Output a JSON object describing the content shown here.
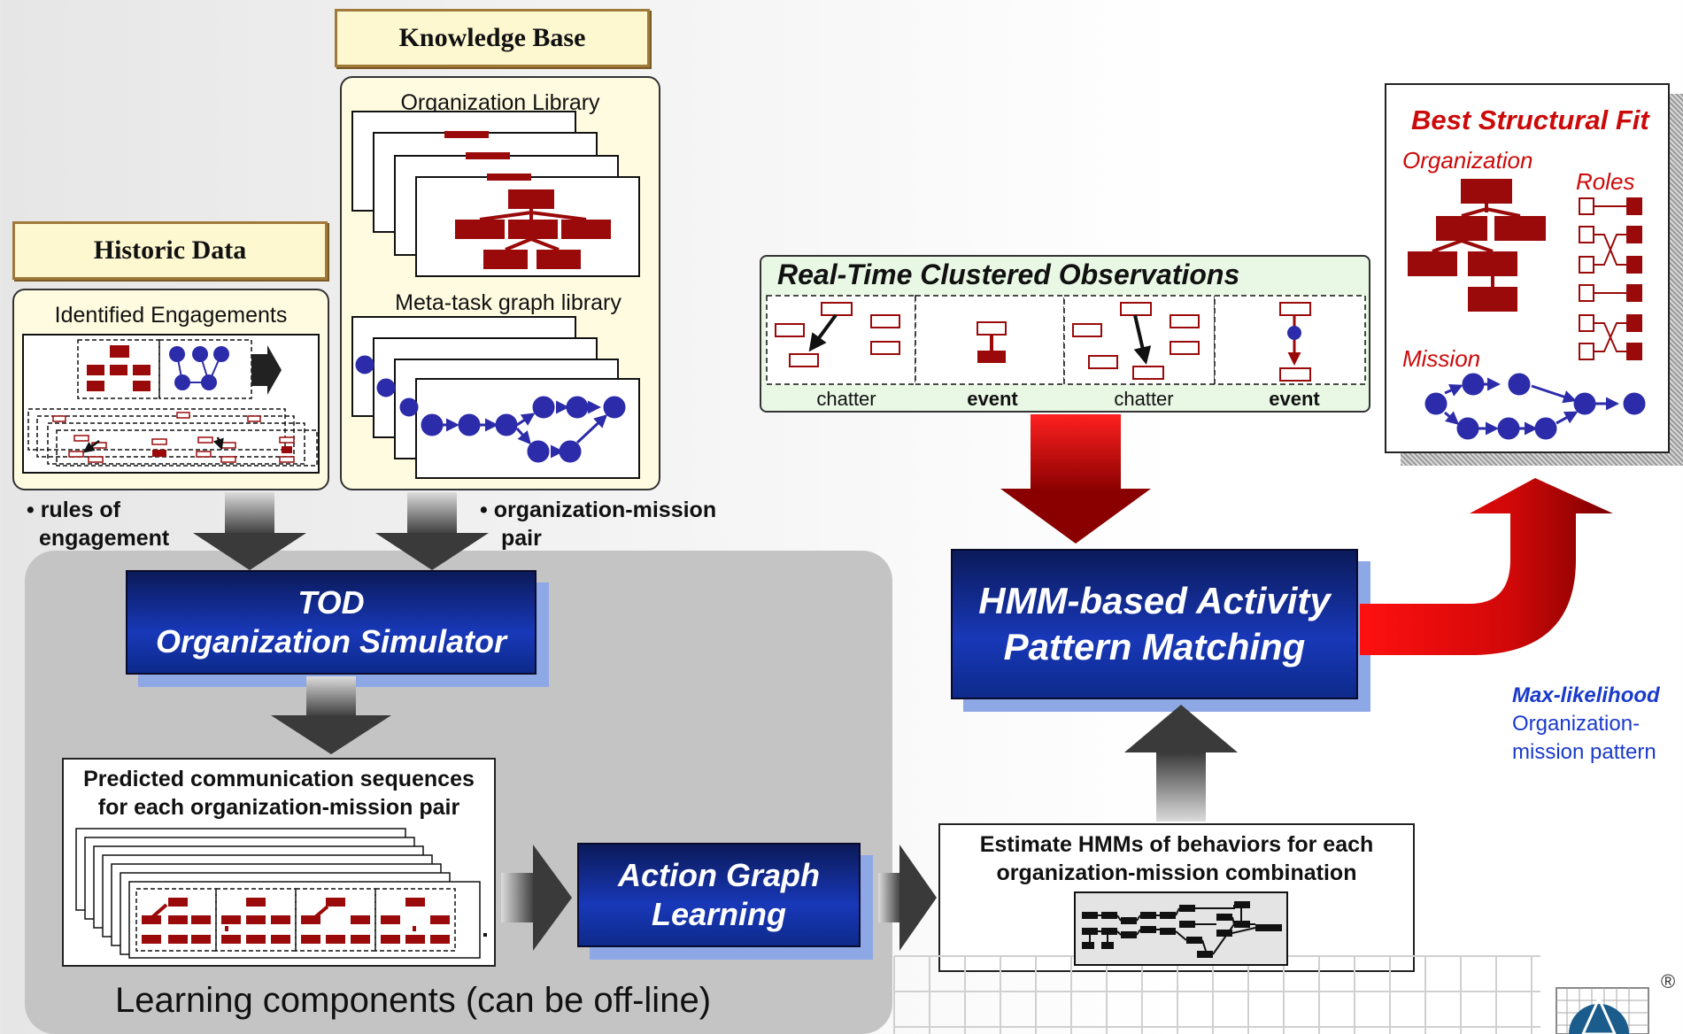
{
  "knowledge_base": {
    "title": "Knowledge Base",
    "org_library": "Organization Library",
    "metatask_library": "Meta-task graph library"
  },
  "historic_data": {
    "title": "Historic Data",
    "engagements": "Identified Engagements"
  },
  "bullets": {
    "rules_line1": "• rules of",
    "rules_line2": "engagement",
    "pair_line1": "• organization-mission",
    "pair_line2": "pair"
  },
  "tod": {
    "line1": "TOD",
    "line2": "Organization Simulator"
  },
  "predicted": {
    "line1": "Predicted communication sequences",
    "line2": "for each organization-mission pair"
  },
  "action_graph": {
    "line1": "Action Graph",
    "line2": "Learning"
  },
  "learning_caption": "Learning components (can be off-line)",
  "observations": {
    "title": "Real-Time Clustered Observations",
    "labels": [
      "chatter",
      "event",
      "chatter",
      "event"
    ]
  },
  "hmm": {
    "line1": "HMM-based Activity",
    "line2": "Pattern Matching"
  },
  "estimate": {
    "line1": "Estimate HMMs of behaviors for each",
    "line2": "organization-mission combination"
  },
  "best_fit": {
    "title": "Best Structural Fit",
    "organization": "Organization",
    "roles": "Roles",
    "mission": "Mission"
  },
  "max_likelihood": {
    "line1": "Max-likelihood",
    "line2": "Organization-",
    "line3": "mission pattern"
  },
  "registered": "®",
  "colors": {
    "dark_red": "#9b0a0a",
    "node_blue": "#2c2caa",
    "box_blue": "#1838b8",
    "bright_red": "#e81010"
  }
}
